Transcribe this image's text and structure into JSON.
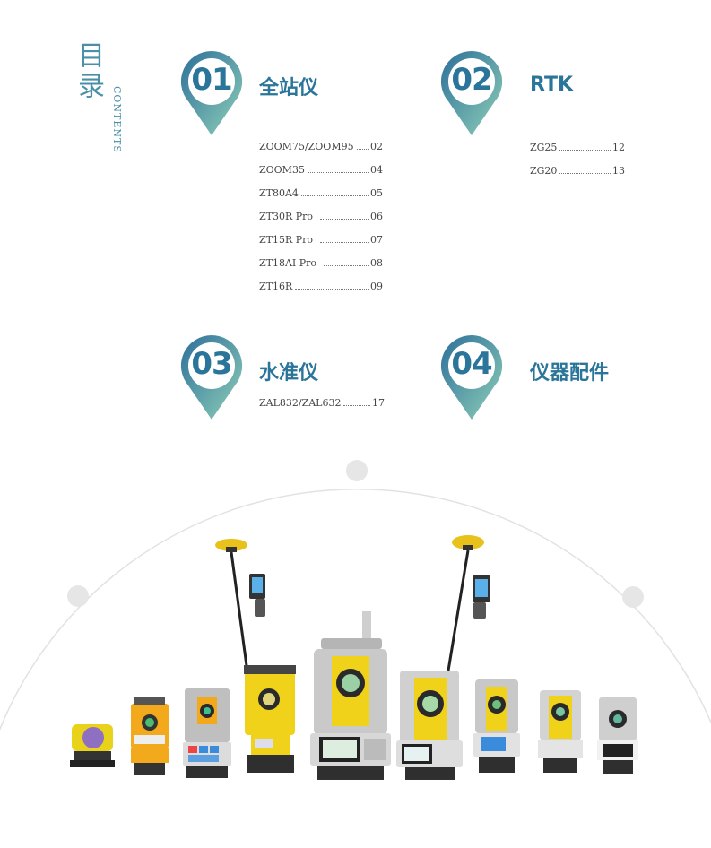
{
  "header": {
    "title_cn": "目录",
    "title_en": "CONTENTS"
  },
  "colors": {
    "accent": "#2a7599",
    "gradient_start": "#2d6f9a",
    "gradient_end": "#8fd0b8"
  },
  "sections": [
    {
      "number": "01",
      "title": "全站仪",
      "items": [
        {
          "name": "ZOOM75/ZOOM95",
          "page": "02"
        },
        {
          "name": "ZOOM35",
          "page": "04"
        },
        {
          "name": "ZT80A4",
          "page": "05"
        },
        {
          "name": "ZT30R Pro",
          "page": "06"
        },
        {
          "name": "ZT15R Pro",
          "page": "07"
        },
        {
          "name": "ZT18AI Pro",
          "page": "08"
        },
        {
          "name": "ZT16R",
          "page": "09"
        }
      ]
    },
    {
      "number": "02",
      "title": "RTK",
      "items": [
        {
          "name": "ZG25",
          "page": "12"
        },
        {
          "name": "ZG20",
          "page": "13"
        }
      ]
    },
    {
      "number": "03",
      "title": "水准仪",
      "items": [
        {
          "name": "ZAL832/ZAL632",
          "page": "17"
        }
      ]
    },
    {
      "number": "04",
      "title": "仪器配件",
      "items": []
    }
  ]
}
